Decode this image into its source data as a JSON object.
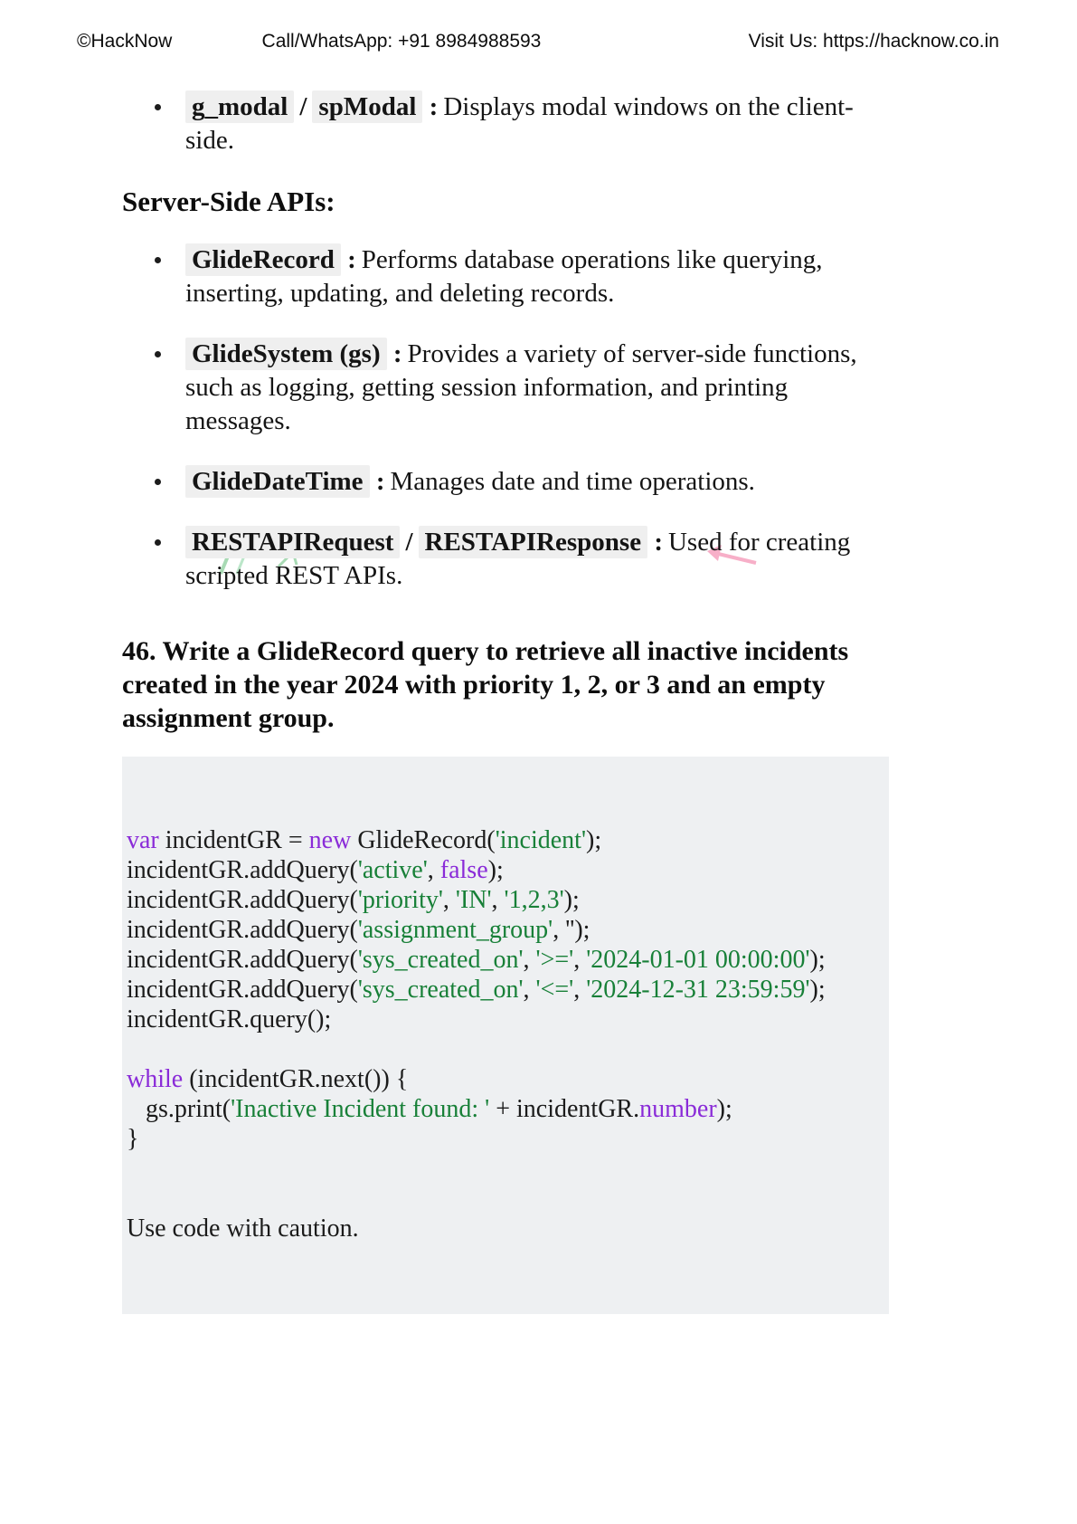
{
  "header": {
    "brand": "©HackNow",
    "contact": "Call/WhatsApp: +91 8984988593",
    "visit": "Visit Us: https://hacknow.co.in"
  },
  "punct": {
    "slash": "/",
    "colon": ":"
  },
  "client_bullet": {
    "term1": "g_modal",
    "term2": "spModal",
    "desc": "Displays modal windows on the client-side."
  },
  "server_section": {
    "heading": "Server-Side APIs:",
    "bullets": [
      {
        "term": "GlideRecord",
        "desc": "Performs database operations like querying, inserting, updating, and deleting records."
      },
      {
        "term": "GlideSystem (gs)",
        "desc": "Provides a variety of server-side functions, such as logging, getting session information, and printing messages."
      },
      {
        "term": "GlideDateTime",
        "desc": "Manages date and time operations."
      },
      {
        "term": "RESTAPIRequest",
        "term2": "RESTAPIResponse",
        "desc": "Used for creating scripted REST APIs."
      }
    ]
  },
  "question": {
    "heading": "46. Write a GlideRecord query to retrieve all inactive incidents created in the year 2024 with priority 1, 2, or 3 and an empty assignment group."
  },
  "colors": {
    "keyword": "#8a2bd8",
    "string": "#188038",
    "code_background": "#eef0f2",
    "term_highlight": "#efefef",
    "text": "#141414"
  },
  "code_block": {
    "language": "javascript",
    "caution": "Use code with caution.",
    "lines": [
      [
        {
          "t": "k",
          "v": "var"
        },
        {
          "t": "p",
          "v": " incidentGR = "
        },
        {
          "t": "k",
          "v": "new"
        },
        {
          "t": "p",
          "v": " GlideRecord("
        },
        {
          "t": "s",
          "v": "'incident'"
        },
        {
          "t": "p",
          "v": ");"
        }
      ],
      [
        {
          "t": "p",
          "v": "incidentGR.addQuery("
        },
        {
          "t": "s",
          "v": "'active'"
        },
        {
          "t": "p",
          "v": ", "
        },
        {
          "t": "k",
          "v": "false"
        },
        {
          "t": "p",
          "v": ");"
        }
      ],
      [
        {
          "t": "p",
          "v": "incidentGR.addQuery("
        },
        {
          "t": "s",
          "v": "'priority'"
        },
        {
          "t": "p",
          "v": ", "
        },
        {
          "t": "s",
          "v": "'IN'"
        },
        {
          "t": "p",
          "v": ", "
        },
        {
          "t": "s",
          "v": "'1,2,3'"
        },
        {
          "t": "p",
          "v": ");"
        }
      ],
      [
        {
          "t": "p",
          "v": "incidentGR.addQuery("
        },
        {
          "t": "s",
          "v": "'assignment_group'"
        },
        {
          "t": "p",
          "v": ", '');"
        }
      ],
      [
        {
          "t": "p",
          "v": "incidentGR.addQuery("
        },
        {
          "t": "s",
          "v": "'sys_created_on'"
        },
        {
          "t": "p",
          "v": ", "
        },
        {
          "t": "s",
          "v": "'>='"
        },
        {
          "t": "p",
          "v": ", "
        },
        {
          "t": "s",
          "v": "'2024-01-01 00:00:00'"
        },
        {
          "t": "p",
          "v": ");"
        }
      ],
      [
        {
          "t": "p",
          "v": "incidentGR.addQuery("
        },
        {
          "t": "s",
          "v": "'sys_created_on'"
        },
        {
          "t": "p",
          "v": ", "
        },
        {
          "t": "s",
          "v": "'<='"
        },
        {
          "t": "p",
          "v": ", "
        },
        {
          "t": "s",
          "v": "'2024-12-31 23:59:59'"
        },
        {
          "t": "p",
          "v": ");"
        }
      ],
      [
        {
          "t": "p",
          "v": "incidentGR.query();"
        }
      ],
      [],
      [
        {
          "t": "k",
          "v": "while"
        },
        {
          "t": "p",
          "v": " (incidentGR.next()) {"
        }
      ],
      [
        {
          "t": "p",
          "v": "   gs.print("
        },
        {
          "t": "s",
          "v": "'Inactive Incident found: '"
        },
        {
          "t": "p",
          "v": " + incidentGR."
        },
        {
          "t": "k",
          "v": "number"
        },
        {
          "t": "p",
          "v": ");"
        }
      ],
      [
        {
          "t": "p",
          "v": "}"
        }
      ]
    ]
  }
}
